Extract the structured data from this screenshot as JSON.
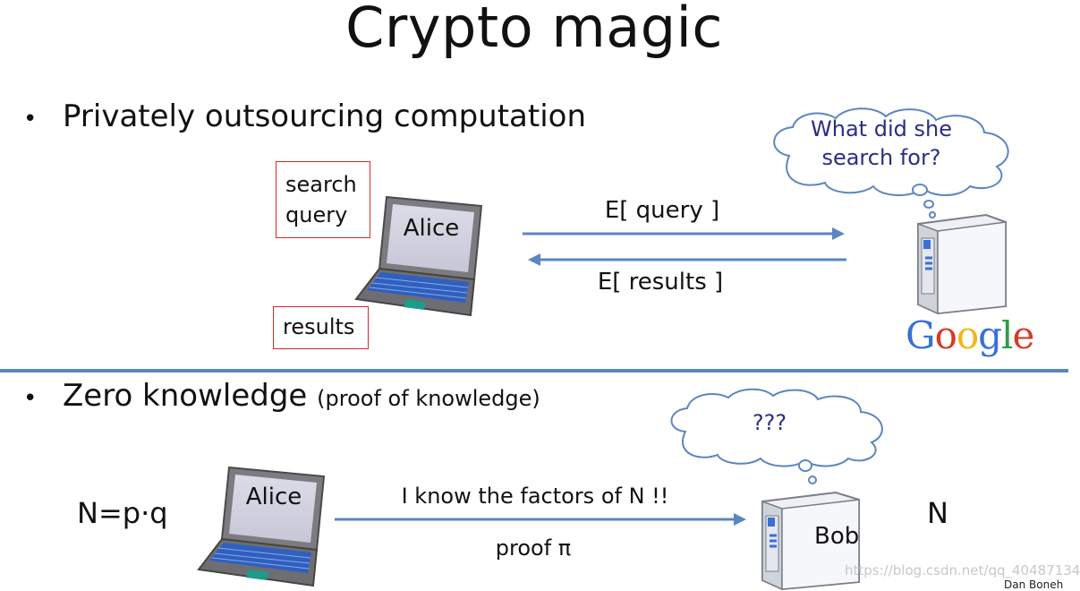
{
  "slide": {
    "title": "Crypto magic",
    "bullet_glyph": "•"
  },
  "section1": {
    "bullet": "Privately outsourcing computation",
    "box_query_line1": "search",
    "box_query_line2": "query",
    "box_results": "results",
    "laptop_label": "Alice",
    "arrow_right_label": "E[ query ]",
    "arrow_left_label": "E[ results ]",
    "thought_line1": "What did she",
    "thought_line2": "search for?",
    "server_brand": "Google",
    "brand_colors": [
      "#3a6fd8",
      "#d63a2a",
      "#f2b51c",
      "#3a6fd8",
      "#2e9c48",
      "#d63a2a"
    ]
  },
  "section2": {
    "bullet": "Zero knowledge",
    "bullet_suffix": "(proof of knowledge)",
    "left_formula": "N=p·q",
    "laptop_label": "Alice",
    "arrow_label_top": "I know the factors of N !!",
    "arrow_label_bottom": "proof  π",
    "server_label": "Bob",
    "thought": "???",
    "right_value": "N"
  },
  "footer": {
    "watermark": "https://blog.csdn.net/qq_40487134",
    "author": "Dan Boneh"
  },
  "colors": {
    "arrow": "#5b86c0",
    "divider": "#5b86c0",
    "box_border": "#d42a2a",
    "thought_text": "#2a2e86"
  }
}
